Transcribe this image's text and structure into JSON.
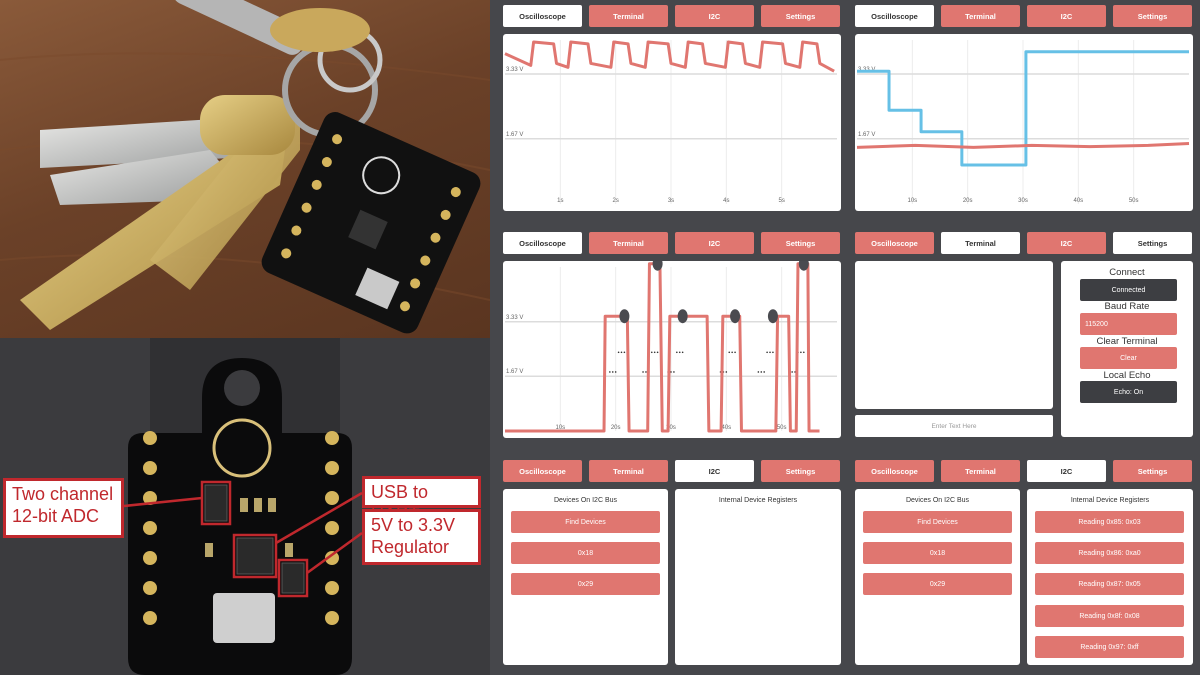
{
  "photo_labels": {
    "adc": "Two channel 12-bit ADC",
    "usb": "USB to UART",
    "regulator": "5V to 3.3V Regulator"
  },
  "panels": [
    {
      "tabs": [
        {
          "label": "Oscilloscope",
          "active": true
        },
        {
          "label": "Terminal",
          "active": false
        },
        {
          "label": "I2C",
          "active": false
        },
        {
          "label": "Settings",
          "active": false
        }
      ]
    },
    {
      "tabs": [
        {
          "label": "Oscilloscope",
          "active": true
        },
        {
          "label": "Terminal",
          "active": false
        },
        {
          "label": "I2C",
          "active": false
        },
        {
          "label": "Settings",
          "active": false
        }
      ]
    },
    {
      "tabs": [
        {
          "label": "Oscilloscope",
          "active": true
        },
        {
          "label": "Terminal",
          "active": false
        },
        {
          "label": "I2C",
          "active": false
        },
        {
          "label": "Settings",
          "active": false
        }
      ]
    },
    {
      "tabs": [
        {
          "label": "Oscilloscope",
          "active": false
        },
        {
          "label": "Terminal",
          "active": true
        },
        {
          "label": "I2C",
          "active": false
        },
        {
          "label": "Settings",
          "active": true
        }
      ],
      "terminal": {
        "input_placeholder": "Enter Text Here",
        "settings": {
          "connect_label": "Connect",
          "connect_button": "Connected",
          "baud_label": "Baud Rate",
          "baud_value": "115200",
          "clear_label": "Clear Terminal",
          "clear_button": "Clear",
          "echo_label": "Local Echo",
          "echo_button": "Echo: On"
        }
      }
    },
    {
      "tabs": [
        {
          "label": "Oscilloscope",
          "active": false
        },
        {
          "label": "Terminal",
          "active": false
        },
        {
          "label": "I2C",
          "active": true
        },
        {
          "label": "Settings",
          "active": false
        }
      ],
      "i2c": {
        "devices_title": "Devices On I2C Bus",
        "find_button": "Find Devices",
        "devices": [
          "0x18",
          "0x29"
        ],
        "registers_title": "Internal Device Registers",
        "registers": []
      }
    },
    {
      "tabs": [
        {
          "label": "Oscilloscope",
          "active": false
        },
        {
          "label": "Terminal",
          "active": false
        },
        {
          "label": "I2C",
          "active": true
        },
        {
          "label": "Settings",
          "active": false
        }
      ],
      "i2c": {
        "devices_title": "Devices On I2C Bus",
        "find_button": "Find Devices",
        "devices": [
          "0x18",
          "0x29"
        ],
        "registers_title": "Internal Device Registers",
        "registers": [
          "Reading 0x85: 0x03",
          "Reading 0x86: 0xa0",
          "Reading 0x87: 0x05",
          "Reading 0x8f: 0x08",
          "Reading 0x97: 0xff"
        ]
      }
    }
  ],
  "chart_data": [
    {
      "type": "line",
      "title": "",
      "xlabel": "",
      "ylabel": "",
      "x_ticks": [
        "1s",
        "2s",
        "3s",
        "4s",
        "5s"
      ],
      "y_ticks": [
        "3.33 V",
        "1.67 V"
      ],
      "xlim": [
        0,
        5.8
      ],
      "ylim": [
        0,
        4.2
      ],
      "grid": true,
      "series": [
        {
          "color": "#e07670",
          "x": [
            0,
            0.45,
            0.5,
            0.85,
            0.9,
            1.1,
            1.15,
            1.45,
            1.5,
            1.85,
            1.9,
            2.15,
            2.2,
            2.45,
            2.5,
            2.85,
            2.9,
            3.15,
            3.2,
            3.45,
            3.5,
            3.85,
            3.9,
            4.15,
            4.2,
            4.45,
            4.5,
            4.85,
            4.9,
            5.15,
            5.2,
            5.45,
            5.5,
            5.75
          ],
          "y": [
            3.85,
            3.55,
            4.15,
            4.1,
            3.6,
            3.5,
            4.15,
            4.1,
            3.6,
            3.5,
            4.15,
            4.1,
            3.6,
            3.5,
            4.15,
            4.1,
            3.6,
            3.5,
            4.15,
            4.1,
            3.6,
            3.5,
            4.15,
            4.1,
            3.6,
            3.5,
            4.15,
            4.1,
            3.6,
            3.5,
            4.15,
            4.1,
            3.6,
            3.4
          ]
        }
      ]
    },
    {
      "type": "line",
      "title": "",
      "xlabel": "",
      "ylabel": "",
      "x_ticks": [
        "10s",
        "20s",
        "30s",
        "40s",
        "50s"
      ],
      "y_ticks": [
        "3.33 V",
        "1.67 V"
      ],
      "xlim": [
        0,
        57
      ],
      "ylim": [
        0,
        4.2
      ],
      "grid": true,
      "series": [
        {
          "color": "#66c0e6",
          "x": [
            0,
            5.5,
            5.5,
            11,
            11,
            18,
            18,
            29,
            29,
            57
          ],
          "y": [
            3.4,
            3.4,
            2.4,
            2.4,
            1.85,
            1.85,
            1.0,
            1.0,
            3.9,
            3.9
          ]
        },
        {
          "color": "#e07670",
          "x": [
            0,
            10,
            20,
            30,
            40,
            50,
            57
          ],
          "y": [
            1.45,
            1.5,
            1.45,
            1.5,
            1.47,
            1.5,
            1.55
          ]
        }
      ]
    },
    {
      "type": "line",
      "title": "",
      "xlabel": "",
      "ylabel": "",
      "x_ticks": [
        "10s",
        "20s",
        "30s",
        "40s",
        "50s"
      ],
      "y_ticks": [
        "3.33 V",
        "1.67 V"
      ],
      "xlim": [
        0,
        57
      ],
      "ylim": [
        0,
        5
      ],
      "grid": true,
      "series": [
        {
          "color": "#e07670",
          "x": [
            0,
            17,
            17.2,
            21,
            21.3,
            24.5,
            24.8,
            26.6,
            27,
            28,
            28.3,
            34.7,
            35,
            37.1,
            37.4,
            40.3,
            40.6,
            46.5,
            46.8,
            48.7,
            49,
            50,
            50.3,
            52,
            52.2,
            54
          ],
          "y": [
            0,
            0,
            3.5,
            3.5,
            0,
            0,
            5.1,
            5.1,
            0,
            0,
            3.5,
            3.5,
            0,
            0,
            3.5,
            3.5,
            0,
            0,
            3.5,
            3.5,
            0,
            0,
            5.1,
            5.1,
            0,
            0
          ]
        }
      ],
      "markers": [
        [
          20.5,
          3.5
        ],
        [
          26.2,
          5.1
        ],
        [
          30.5,
          3.5
        ],
        [
          39.5,
          3.5
        ],
        [
          46,
          3.5
        ],
        [
          51.3,
          5.1
        ]
      ]
    }
  ]
}
